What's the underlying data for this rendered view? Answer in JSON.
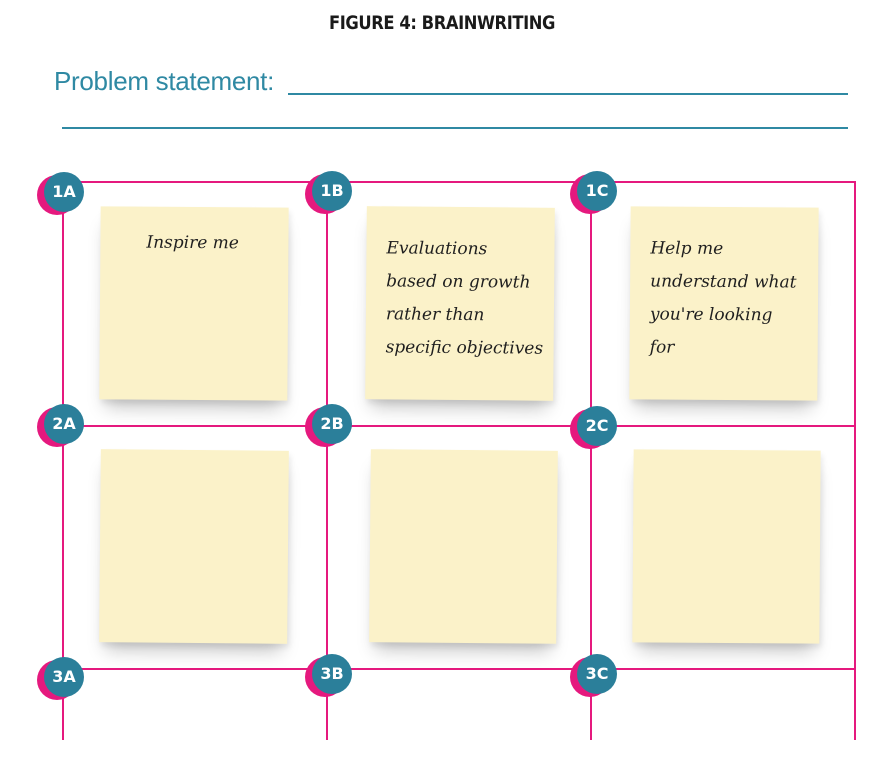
{
  "figure_title": "FIGURE 4: BRAINWRITING",
  "problem_label": "Problem statement:",
  "colors": {
    "grid": "#e5197e",
    "badge_front": "#2b7f9a",
    "badge_back": "#e5197e",
    "note": "#fbf2c9",
    "rule": "#2f89a3"
  },
  "cells": [
    {
      "id": "1A",
      "note": "Inspire me"
    },
    {
      "id": "1B",
      "note": "Evaluations\nbased on growth\nrather than\nspecific objectives"
    },
    {
      "id": "1C",
      "note": "Help me\nunderstand what\nyou're looking\nfor"
    },
    {
      "id": "2A",
      "note": ""
    },
    {
      "id": "2B",
      "note": ""
    },
    {
      "id": "2C",
      "note": ""
    },
    {
      "id": "3A"
    },
    {
      "id": "3B"
    },
    {
      "id": "3C"
    }
  ]
}
